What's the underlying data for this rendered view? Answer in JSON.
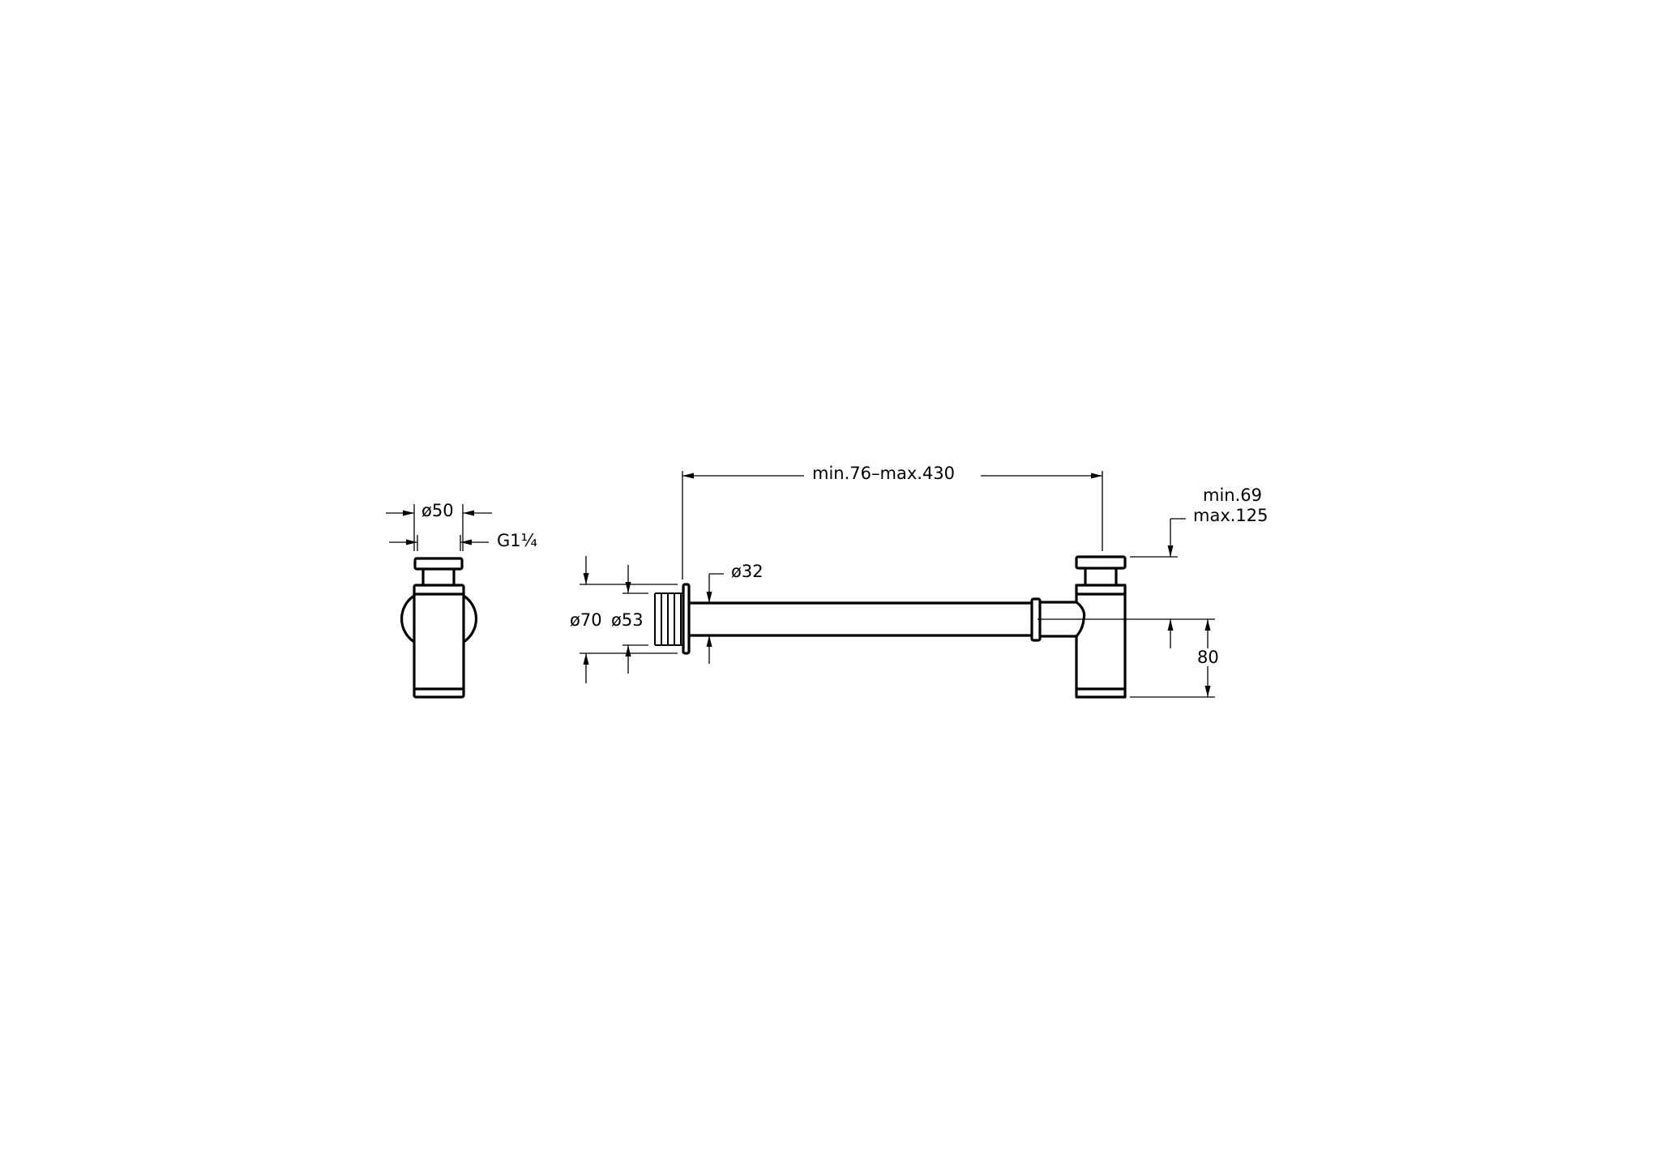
{
  "drawing": {
    "type": "technical-drawing",
    "subject": "bottle trap with extension pipe and wall flange",
    "line_color": "#000000",
    "background": "#ffffff"
  },
  "views": {
    "side_view": {
      "dimensions": {
        "outer_diameter": "ø50",
        "thread": "G1¼"
      }
    },
    "front_view": {
      "dimensions": {
        "flange_diameter": "ø70",
        "thread_diameter": "ø53",
        "pipe_diameter": "ø32",
        "length_range": "min.76–max.430",
        "height_range_min": "min.69",
        "height_range_max": "max.125",
        "outlet_height": "80"
      }
    }
  }
}
